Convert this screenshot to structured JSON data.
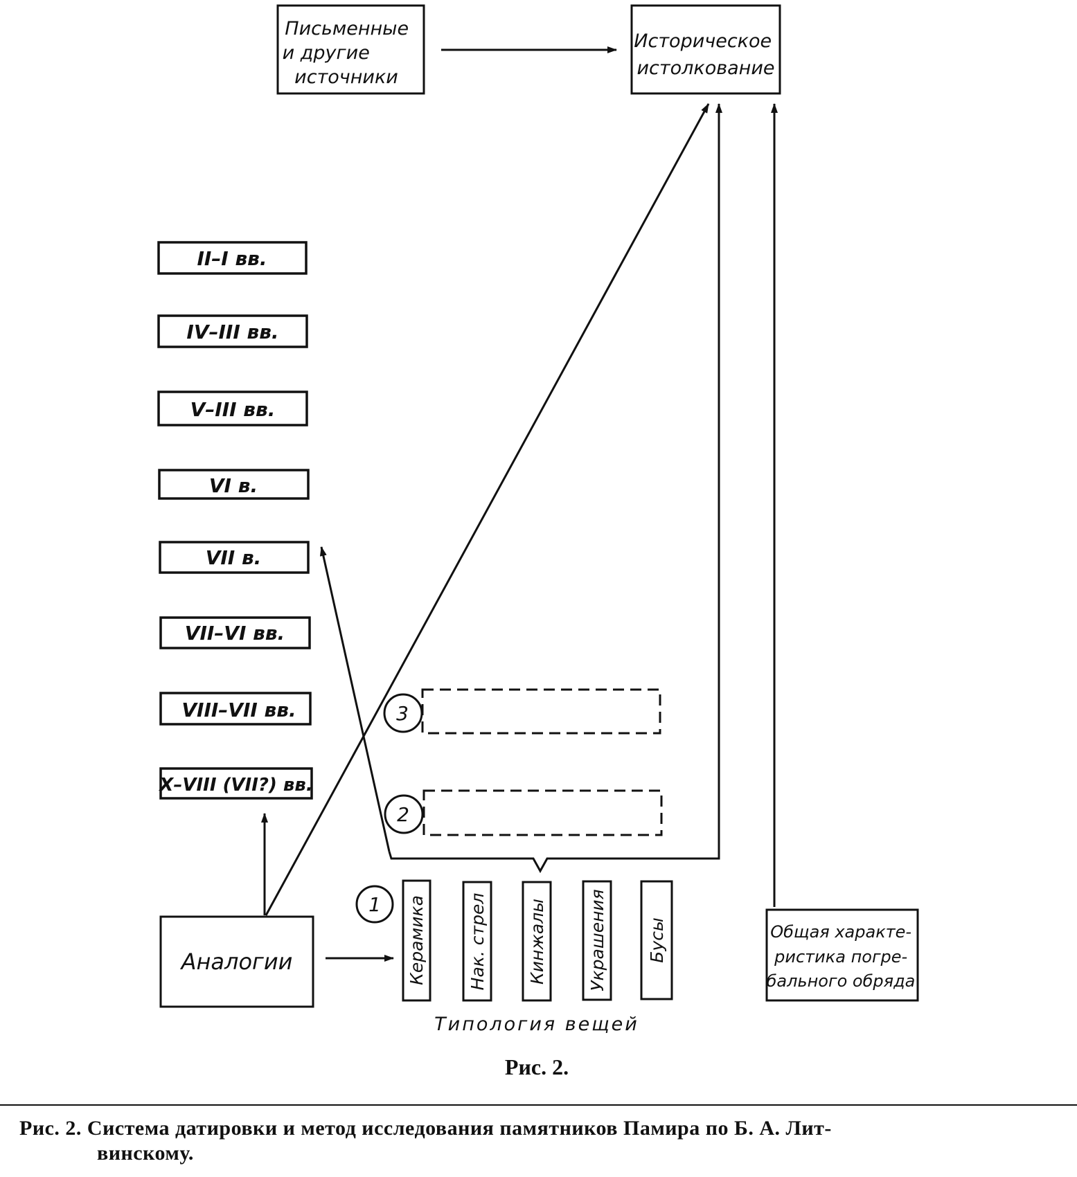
{
  "sources_box": {
    "lines": [
      "Письменные",
      "и другие",
      "источники"
    ]
  },
  "interpretation_box": {
    "lines": [
      "Историческое",
      "истолкование"
    ]
  },
  "periods": [
    "II–I вв.",
    "IV–III вв.",
    "V–III вв.",
    "VI в.",
    "VII в.",
    "VII–VI вв.",
    "VIII–VII вв.",
    "X–VIII (VII?) вв."
  ],
  "analogies_box": {
    "label": "Аналогии"
  },
  "markers": [
    "1",
    "2",
    "3"
  ],
  "categories": [
    "Керамика",
    "Нак. стрел",
    "Кинжалы",
    "Украшения",
    "Бусы"
  ],
  "typology_label": "Типология   вещей",
  "burial_box": {
    "lines": [
      "Общая характе-",
      "ристика погре-",
      "бального обряда"
    ]
  },
  "figure_label": "Рис. 2.",
  "caption": {
    "line1": "Рис.  2. Система  датировки  и  метод  исследования  памятников  Памира  по  Б.  А.  Лит-",
    "line2": "винскому."
  }
}
